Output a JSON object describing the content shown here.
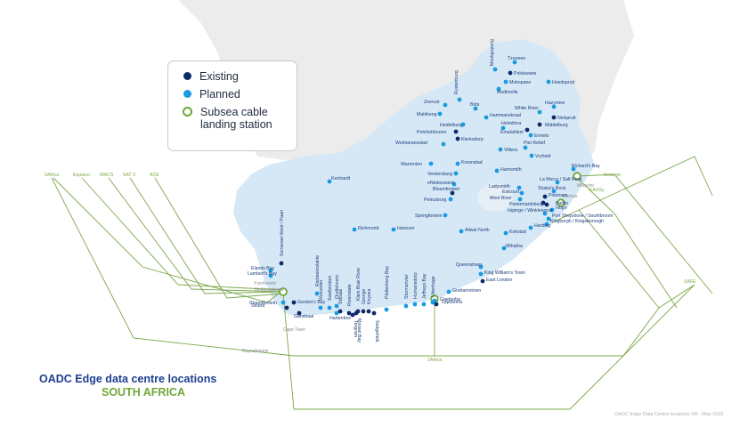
{
  "legend": {
    "existing": "Existing",
    "planned": "Planned",
    "landing": "Subsea cable landing station"
  },
  "title": {
    "line1": "OADC Edge data centre locations",
    "line2": "SOUTH AFRICA"
  },
  "footnote": "OADC Edge Data Centre locations SA - May 2020",
  "colors": {
    "existing": "#0f2a6b",
    "planned": "#1a9be0",
    "land": "#d6e8f6",
    "region": "#efefef",
    "cable": "#7aa84a"
  },
  "cables": [
    {
      "name": "2Africa"
    },
    {
      "name": "Equiano"
    },
    {
      "name": "WACS"
    },
    {
      "name": "SAT 3"
    },
    {
      "name": "ACE"
    },
    {
      "name": "SAFE"
    },
    {
      "name": "EASSy"
    },
    {
      "name": "Seacom"
    },
    {
      "name": "2Africa"
    }
  ],
  "landing_stations": [
    {
      "name": "Yzerfontein"
    },
    {
      "name": "Melkbosstrand"
    },
    {
      "name": "Duynefontein"
    },
    {
      "name": "Mtunzini"
    },
    {
      "name": "Durban"
    },
    {
      "name": "Gqeberha"
    },
    {
      "name": "Cape Town"
    }
  ],
  "sites": [
    {
      "name": "Tzaneen",
      "type": "planned"
    },
    {
      "name": "Polokwane",
      "type": "existing"
    },
    {
      "name": "Mokopane",
      "type": "planned"
    },
    {
      "name": "Hoedspruit",
      "type": "planned"
    },
    {
      "name": "Modimolle",
      "type": "planned"
    },
    {
      "name": "Mookgopong",
      "type": "planned"
    },
    {
      "name": "Hazyview",
      "type": "planned"
    },
    {
      "name": "White River",
      "type": "planned"
    },
    {
      "name": "Nelspruit",
      "type": "existing"
    },
    {
      "name": "Middelburg",
      "type": "existing"
    },
    {
      "name": "Brits",
      "type": "planned"
    },
    {
      "name": "Zeerust",
      "type": "planned"
    },
    {
      "name": "Rustenburg",
      "type": "planned"
    },
    {
      "name": "Mahikeng",
      "type": "planned"
    },
    {
      "name": "Hammanskraal",
      "type": "planned"
    },
    {
      "name": "Heidelburg",
      "type": "planned"
    },
    {
      "name": "Heindrina",
      "type": "planned"
    },
    {
      "name": "Emalahleni",
      "type": "existing"
    },
    {
      "name": "Ermelo",
      "type": "planned"
    },
    {
      "name": "Potchefstroom",
      "type": "existing"
    },
    {
      "name": "Klerksdorp",
      "type": "existing"
    },
    {
      "name": "Wolmaransstad",
      "type": "planned"
    },
    {
      "name": "Piet Retief",
      "type": "planned"
    },
    {
      "name": "Vryheid",
      "type": "planned"
    },
    {
      "name": "Villiers",
      "type": "planned"
    },
    {
      "name": "Warrenton",
      "type": "planned"
    },
    {
      "name": "Kroonstad",
      "type": "planned"
    },
    {
      "name": "Ventersburg",
      "type": "planned"
    },
    {
      "name": "Harrismith",
      "type": "planned"
    },
    {
      "name": "Kenhardt",
      "type": "planned"
    },
    {
      "name": "eNtokozweni",
      "type": "planned"
    },
    {
      "name": "Bloemfontein",
      "type": "existing"
    },
    {
      "name": "Petrusburg",
      "type": "planned"
    },
    {
      "name": "Ladysmith",
      "type": "planned"
    },
    {
      "name": "Estcourt",
      "type": "planned"
    },
    {
      "name": "Mooi River",
      "type": "planned"
    },
    {
      "name": "Pinetown",
      "type": "existing"
    },
    {
      "name": "Pietermaritzburg",
      "type": "existing"
    },
    {
      "name": "Shaka's Rock",
      "type": "planned"
    },
    {
      "name": "La Mercy / Salt Rock",
      "type": "planned"
    },
    {
      "name": "Richard's Bay",
      "type": "planned"
    },
    {
      "name": "Ixopo",
      "type": "planned"
    },
    {
      "name": "Ballito",
      "type": "existing"
    },
    {
      "name": "Ixipingo / Winklespruit",
      "type": "planned"
    },
    {
      "name": "Port Shepstone / Southbroom",
      "type": "planned"
    },
    {
      "name": "Kingburgh / Kingsborough",
      "type": "planned"
    },
    {
      "name": "Harding",
      "type": "planned"
    },
    {
      "name": "Kokstad",
      "type": "planned"
    },
    {
      "name": "Mthatha",
      "type": "planned"
    },
    {
      "name": "Springfontein",
      "type": "planned"
    },
    {
      "name": "Aliwal North",
      "type": "planned"
    },
    {
      "name": "Hanover",
      "type": "planned"
    },
    {
      "name": "Richmond",
      "type": "planned"
    },
    {
      "name": "Queenstown",
      "type": "planned"
    },
    {
      "name": "King William's Town",
      "type": "planned"
    },
    {
      "name": "East London",
      "type": "existing"
    },
    {
      "name": "Grahamstown",
      "type": "planned"
    },
    {
      "name": "Gqeberha",
      "type": "existing"
    },
    {
      "name": "Uitenhage",
      "type": "planned"
    },
    {
      "name": "Jeffreys Bay",
      "type": "planned"
    },
    {
      "name": "Humansdorp",
      "type": "planned"
    },
    {
      "name": "Stormsrivier",
      "type": "planned"
    },
    {
      "name": "Plettenberg Bay",
      "type": "planned"
    },
    {
      "name": "Knysna",
      "type": "existing"
    },
    {
      "name": "Sedgefield",
      "type": "existing"
    },
    {
      "name": "George",
      "type": "existing"
    },
    {
      "name": "Mossel Bay",
      "type": "existing"
    },
    {
      "name": "Riversdale",
      "type": "existing"
    },
    {
      "name": "Tergram",
      "type": "existing"
    },
    {
      "name": "Stilbaai",
      "type": "existing"
    },
    {
      "name": "Klein Brak River",
      "type": "existing"
    },
    {
      "name": "Oudtshoorn",
      "type": "planned"
    },
    {
      "name": "Swellendam",
      "type": "planned"
    },
    {
      "name": "Worcester",
      "type": "planned"
    },
    {
      "name": "Hartenbos",
      "type": "planned"
    },
    {
      "name": "Riebeeksvlakte",
      "type": "planned"
    },
    {
      "name": "Somerset West / Paarl",
      "type": "existing"
    },
    {
      "name": "Elands Bay",
      "type": "planned"
    },
    {
      "name": "Lambert's Bay",
      "type": "planned"
    },
    {
      "name": "Gordon's Bay",
      "type": "existing"
    },
    {
      "name": "Strand",
      "type": "existing"
    },
    {
      "name": "Gansbaai",
      "type": "existing"
    },
    {
      "name": "Strandfontein",
      "type": "planned"
    },
    {
      "name": "Gqeberha",
      "type": "planned"
    }
  ]
}
